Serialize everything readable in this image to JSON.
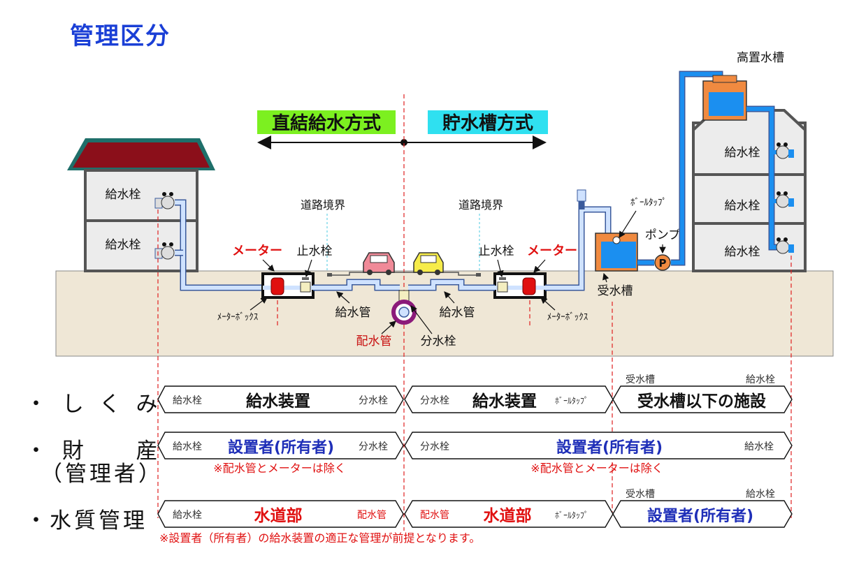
{
  "title": "管理区分",
  "systems": {
    "direct": "直結給水方式",
    "tank": "貯水槽方式"
  },
  "diagram": {
    "road_boundary_left": "道路境界",
    "road_boundary_right": "道路境界",
    "hydrant_left_upper": "給水栓",
    "hydrant_left_lower": "給水栓",
    "hydrant_right_1": "給水栓",
    "hydrant_right_2": "給水栓",
    "hydrant_right_3": "給水栓",
    "elevated_tank": "高置水槽",
    "ball_tap": "ﾎﾞｰﾙﾀｯﾌﾟ",
    "pump": "ポンプ",
    "pump_letter": "P",
    "receiving_tank": "受水槽",
    "meter_left": "メーター",
    "meter_right": "メーター",
    "stop_valve_left": "止水栓",
    "stop_valve_right": "止水栓",
    "meter_box_left": "ﾒｰﾀｰﾎﾞｯｸｽ",
    "meter_box_right": "ﾒｰﾀｰﾎﾞｯｸｽ",
    "supply_pipe_left": "給水管",
    "supply_pipe_right": "給水管",
    "distribution_pipe": "配水管",
    "branch_valve": "分水栓"
  },
  "rows": {
    "mechanism": {
      "label": "・ し く み",
      "seg1": {
        "left": "給水栓",
        "main": "給水装置",
        "right": "分水栓"
      },
      "seg2": {
        "left": "分水栓",
        "main": "給水装置",
        "right": "ﾎﾞｰﾙﾀｯﾌﾟ"
      },
      "seg3": {
        "top_left": "受水槽",
        "top_right": "給水栓",
        "main": "受水槽以下の施設"
      }
    },
    "property": {
      "label_line1": "・ 財 　 産",
      "label_line2": "（管理者）",
      "seg1": {
        "left": "給水栓",
        "main": "設置者(所有者)",
        "right": "分水栓"
      },
      "seg2": {
        "left": "分水栓",
        "main": "設置者(所有者)",
        "right": "給水栓"
      },
      "note_left": "※配水管とメーターは除く",
      "note_right": "※配水管とメーターは除く"
    },
    "quality": {
      "label": "・水質管理",
      "seg1": {
        "left": "給水栓",
        "main": "水道部",
        "right": "配水管"
      },
      "seg2": {
        "left": "配水管",
        "main": "水道部",
        "right": "ﾎﾞｰﾙﾀｯﾌﾟ"
      },
      "seg3": {
        "top_left": "受水槽",
        "top_right": "給水栓",
        "main": "設置者(所有者)"
      },
      "footnote": "※設置者（所有者）の給水装置の適正な管理が前提となります。"
    }
  },
  "colors": {
    "title_blue": "#1a3fd6",
    "direct_green": "#7cf020",
    "tank_cyan": "#2fe0f0",
    "ground": "#efe7d6",
    "pipe": "#cfe2ff",
    "pipe_outline": "#3a5a9c",
    "water": "#1b8ff0",
    "red": "#e01010",
    "roof": "#8b0f1a",
    "roof_edge": "#1f6f6a",
    "tank_orange": "#f08a40",
    "navy_text": "#1f2fb8"
  }
}
